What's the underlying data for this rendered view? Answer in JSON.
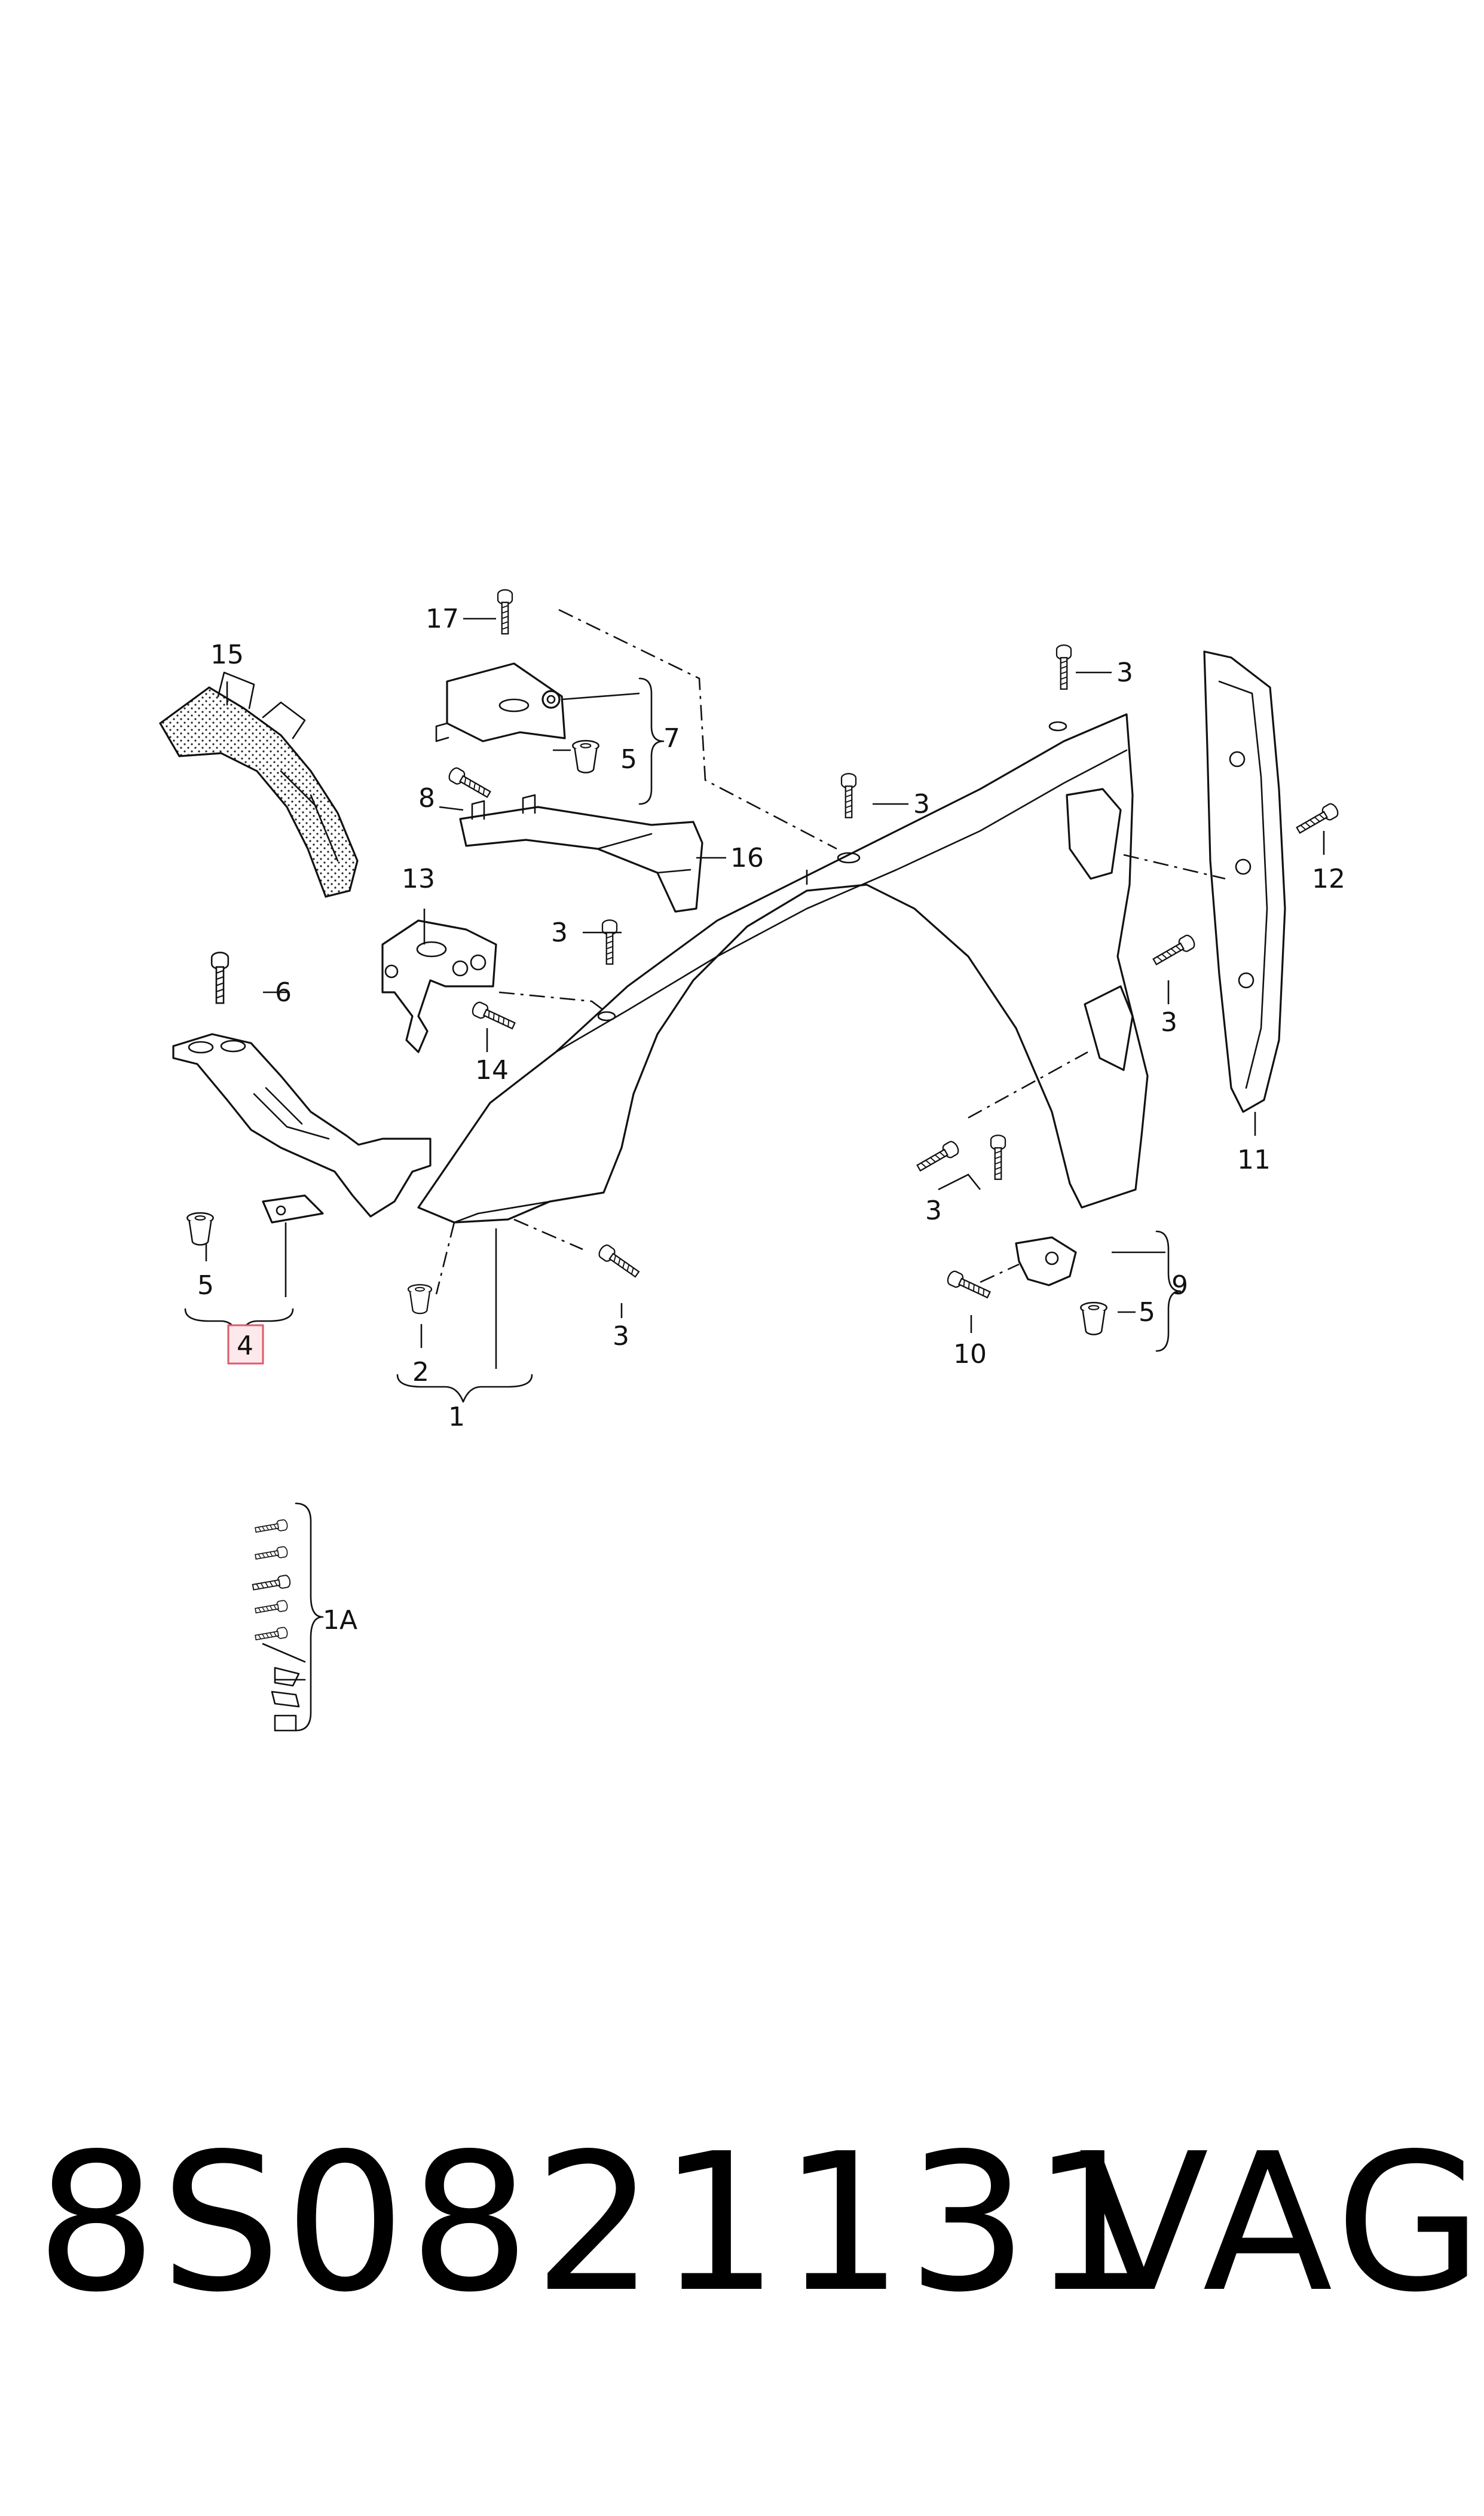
{
  "callouts": {
    "c1": "1",
    "c1a": "1A",
    "c2": "2",
    "c3": "3",
    "c4": "4",
    "c5": "5",
    "c6": "6",
    "c7": "7",
    "c8": "8",
    "c9": "9",
    "c10": "10",
    "c11": "11",
    "c12": "12",
    "c13": "13",
    "c14": "14",
    "c15": "15",
    "c16": "16",
    "c17": "17"
  },
  "highlight_color": "#e05a6a",
  "footer": {
    "part_number": "8S0821131",
    "brand": "VAG"
  }
}
